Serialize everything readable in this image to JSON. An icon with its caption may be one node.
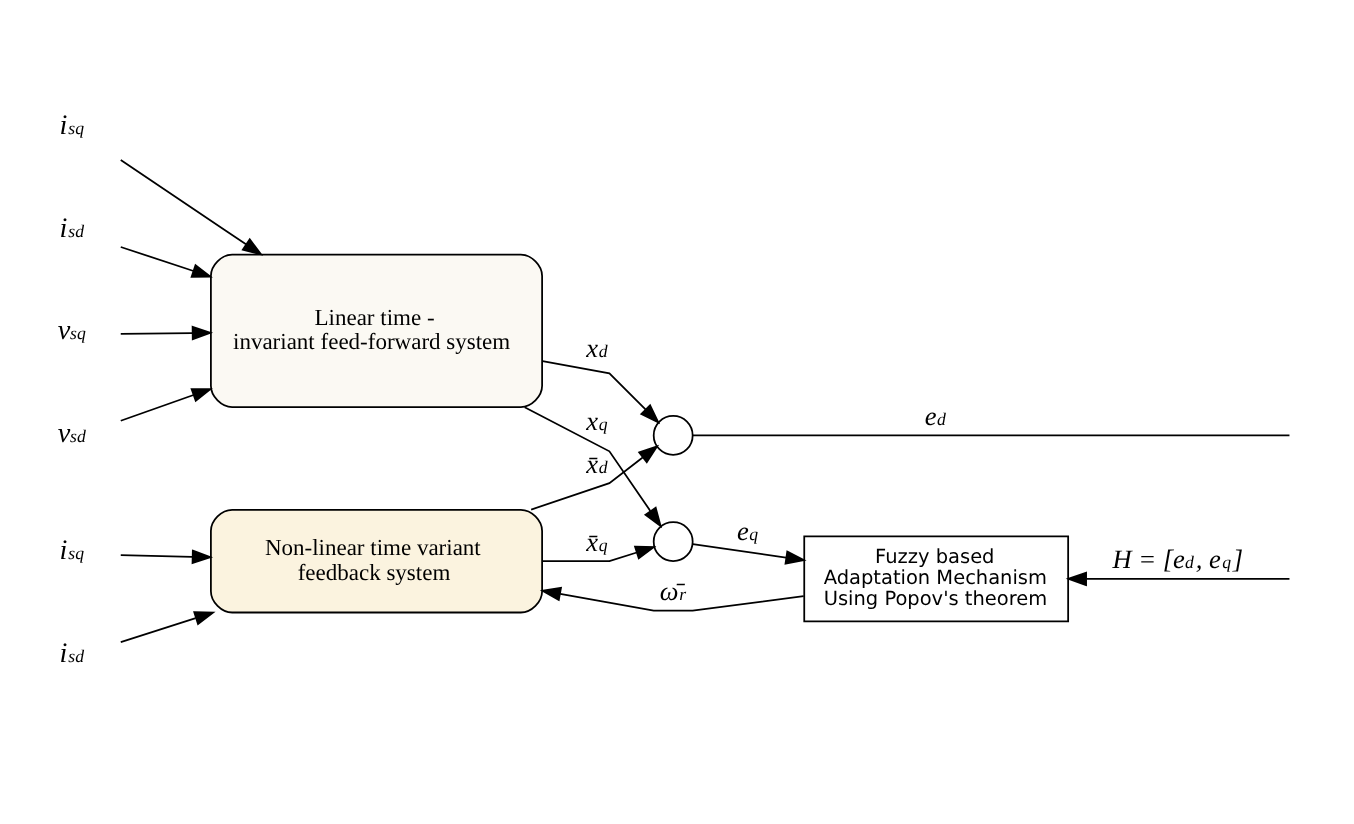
{
  "diagram": {
    "nodes": [
      {
        "text": [
          "v$_{sq}$"
        ]
      },
      {
        "text": [
          "v$_{sd}$"
        ]
      },
      {
        "text": [
          "i$_{sq}$"
        ]
      },
      {
        "text": [
          "i$_{sd}$"
        ]
      },
      {
        "text": [
          "Linear time - invariant feed-forward system"
        ]
      },
      {
        "text": [],
        "shape": "circle"
      },
      {
        "text": [],
        "shape": "circle"
      },
      {
        "text": [
          "i$_{sq}$"
        ]
      },
      {
        "text": [
          "i$_{sd}$"
        ]
      },
      {
        "text": [
          "Non-linear time variant feedback system"
        ]
      },
      {
        "text": [
          "Fuzzy based Adaptation Mechanism Using Popov's theorem"
        ]
      }
    ],
    "edges": [
      {
        "from": 0,
        "to": 4,
        "arrow": "to"
      },
      {
        "from": 1,
        "to": 4,
        "arrow": "to"
      },
      {
        "from": 2,
        "to": 4,
        "arrow": "to"
      },
      {
        "from": 3,
        "to": 4,
        "arrow": "to"
      },
      {
        "from": 4,
        "to": 5,
        "arrow": "to",
        "label": "x$_{d}$"
      },
      {
        "from": 4,
        "to": 6,
        "arrow": "to",
        "label": "x$_{q}$"
      },
      {
        "from": 5,
        "to": null,
        "arrow": "none",
        "label": "e$_{d}$"
      },
      {
        "from": 7,
        "to": 9,
        "arrow": "to"
      },
      {
        "from": 8,
        "to": 9,
        "arrow": "to"
      },
      {
        "from": 9,
        "to": 5,
        "arrow": "to",
        "label": "x̄$_{d}$"
      },
      {
        "from": 9,
        "to": 6,
        "arrow": "to",
        "label": "x̄$_{q}$"
      },
      {
        "from": 6,
        "to": 10,
        "arrow": "to",
        "label": "e$_{q}$"
      },
      {
        "from": null,
        "to": 10,
        "arrow": "to",
        "label": "H = [e$_{d}$, e$_{q}$]"
      },
      {
        "from": 10,
        "to": 9,
        "arrow": "to",
        "label": "ω̄$_{r}$"
      }
    ]
  }
}
